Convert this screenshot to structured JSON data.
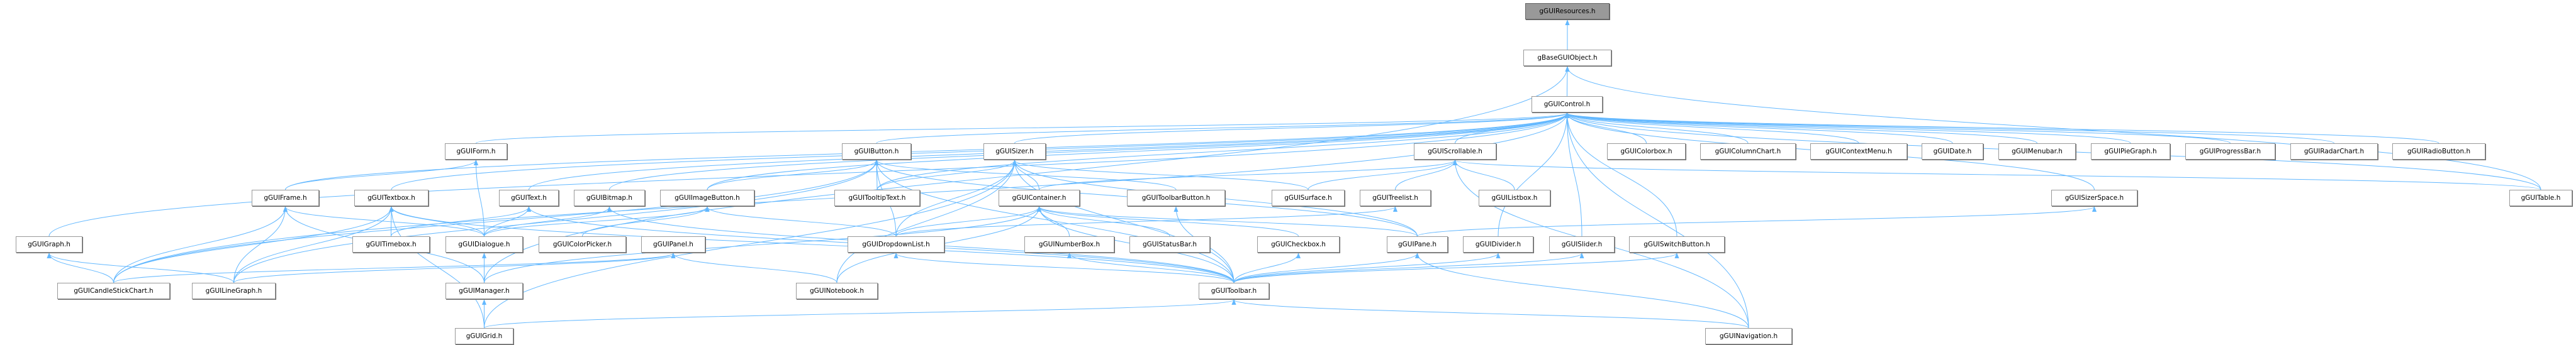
{
  "title": "gGUIResources.h include dependency graph",
  "colors": {
    "edge": "#63b8ff",
    "root_fill": "#999999",
    "node_border": "#999999"
  },
  "nodes": [
    {
      "id": "resources",
      "label": "gGUIResources.h"
    },
    {
      "id": "base",
      "label": "gBaseGUIObject.h"
    },
    {
      "id": "control",
      "label": "gGUIControl.h"
    },
    {
      "id": "form",
      "label": "gGUIForm.h"
    },
    {
      "id": "button",
      "label": "gGUIButton.h"
    },
    {
      "id": "sizer",
      "label": "gGUISizer.h"
    },
    {
      "id": "scrollable",
      "label": "gGUIScrollable.h"
    },
    {
      "id": "colorbox",
      "label": "gGUIColorbox.h"
    },
    {
      "id": "columnchart",
      "label": "gGUIColumnChart.h"
    },
    {
      "id": "contextmenu",
      "label": "gGUIContextMenu.h"
    },
    {
      "id": "date",
      "label": "gGUIDate.h"
    },
    {
      "id": "menubar",
      "label": "gGUIMenubar.h"
    },
    {
      "id": "piegraph",
      "label": "gGUIPieGraph.h"
    },
    {
      "id": "progressbar",
      "label": "gGUIProgressBar.h"
    },
    {
      "id": "radarchart",
      "label": "gGUIRadarChart.h"
    },
    {
      "id": "radiobutton",
      "label": "gGUIRadioButton.h"
    },
    {
      "id": "frame",
      "label": "gGUIFrame.h"
    },
    {
      "id": "textbox",
      "label": "gGUITextbox.h"
    },
    {
      "id": "text",
      "label": "gGUIText.h"
    },
    {
      "id": "bitmap",
      "label": "gGUIBitmap.h"
    },
    {
      "id": "imagebutton",
      "label": "gGUIImageButton.h"
    },
    {
      "id": "tooltiptext",
      "label": "gGUITooltipText.h"
    },
    {
      "id": "container",
      "label": "gGUIContainer.h"
    },
    {
      "id": "toolbarbutton",
      "label": "gGUIToolbarButton.h"
    },
    {
      "id": "surface",
      "label": "gGUISurface.h"
    },
    {
      "id": "treelist",
      "label": "gGUITreelist.h"
    },
    {
      "id": "listbox",
      "label": "gGUIListbox.h"
    },
    {
      "id": "sizerspace",
      "label": "gGUISizerSpace.h"
    },
    {
      "id": "table",
      "label": "gGUITable.h"
    },
    {
      "id": "graph",
      "label": "gGUIGraph.h"
    },
    {
      "id": "timebox",
      "label": "gGUITimebox.h"
    },
    {
      "id": "dialogue",
      "label": "gGUIDialogue.h"
    },
    {
      "id": "colorpicker",
      "label": "gGUIColorPicker.h"
    },
    {
      "id": "panel",
      "label": "gGUIPanel.h"
    },
    {
      "id": "dropdown",
      "label": "gGUIDropdownList.h"
    },
    {
      "id": "numberbox",
      "label": "gGUINumberBox.h"
    },
    {
      "id": "statusbar",
      "label": "gGUIStatusBar.h"
    },
    {
      "id": "checkbox",
      "label": "gGUICheckbox.h"
    },
    {
      "id": "pane",
      "label": "gGUIPane.h"
    },
    {
      "id": "divider",
      "label": "gGUIDivider.h"
    },
    {
      "id": "slider",
      "label": "gGUISlider.h"
    },
    {
      "id": "switchbutton",
      "label": "gGUISwitchButton.h"
    },
    {
      "id": "candlestick",
      "label": "gGUICandleStickChart.h"
    },
    {
      "id": "linegraph",
      "label": "gGUILineGraph.h"
    },
    {
      "id": "manager",
      "label": "gGUIManager.h"
    },
    {
      "id": "notebook",
      "label": "gGUINotebook.h"
    },
    {
      "id": "toolbar",
      "label": "gGUIToolbar.h"
    },
    {
      "id": "grid",
      "label": "gGUIGrid.h"
    },
    {
      "id": "navigation",
      "label": "gGUINavigation.h"
    }
  ],
  "edges": [
    [
      "base",
      "resources"
    ],
    [
      "control",
      "base"
    ],
    [
      "table",
      "base"
    ],
    [
      "manager",
      "base"
    ],
    [
      "form",
      "control"
    ],
    [
      "button",
      "control"
    ],
    [
      "sizer",
      "control"
    ],
    [
      "scrollable",
      "control"
    ],
    [
      "colorbox",
      "control"
    ],
    [
      "columnchart",
      "control"
    ],
    [
      "contextmenu",
      "control"
    ],
    [
      "date",
      "control"
    ],
    [
      "menubar",
      "control"
    ],
    [
      "piegraph",
      "control"
    ],
    [
      "progressbar",
      "control"
    ],
    [
      "radarchart",
      "control"
    ],
    [
      "radiobutton",
      "control"
    ],
    [
      "table",
      "control"
    ],
    [
      "frame",
      "control"
    ],
    [
      "textbox",
      "control"
    ],
    [
      "text",
      "control"
    ],
    [
      "bitmap",
      "control"
    ],
    [
      "imagebutton",
      "control"
    ],
    [
      "graph",
      "control"
    ],
    [
      "candlestick",
      "control"
    ],
    [
      "divider",
      "control"
    ],
    [
      "slider",
      "control"
    ],
    [
      "switchbutton",
      "control"
    ],
    [
      "sizerspace",
      "control"
    ],
    [
      "navigation",
      "control"
    ],
    [
      "tooltiptext",
      "control"
    ],
    [
      "tooltiptext",
      "button"
    ],
    [
      "imagebutton",
      "button"
    ],
    [
      "toolbarbutton",
      "button"
    ],
    [
      "dropdown",
      "button"
    ],
    [
      "candlestick",
      "button"
    ],
    [
      "linegraph",
      "button"
    ],
    [
      "toolbar",
      "button"
    ],
    [
      "pane",
      "button"
    ],
    [
      "tooltiptext",
      "sizer"
    ],
    [
      "container",
      "sizer"
    ],
    [
      "dropdown",
      "sizer"
    ],
    [
      "surface",
      "sizer"
    ],
    [
      "pane",
      "sizer"
    ],
    [
      "toolbar",
      "sizer"
    ],
    [
      "notebook",
      "sizer"
    ],
    [
      "grid",
      "sizer"
    ],
    [
      "surface",
      "scrollable"
    ],
    [
      "treelist",
      "scrollable"
    ],
    [
      "listbox",
      "scrollable"
    ],
    [
      "container",
      "scrollable"
    ],
    [
      "table",
      "scrollable"
    ],
    [
      "navigation",
      "scrollable"
    ],
    [
      "dropdown",
      "container"
    ],
    [
      "numberbox",
      "container"
    ],
    [
      "statusbar",
      "container"
    ],
    [
      "checkbox",
      "container"
    ],
    [
      "pane",
      "container"
    ],
    [
      "toolbar",
      "container"
    ],
    [
      "notebook",
      "container"
    ],
    [
      "manager",
      "container"
    ],
    [
      "candlestick",
      "frame"
    ],
    [
      "linegraph",
      "frame"
    ],
    [
      "manager",
      "frame"
    ],
    [
      "dialogue",
      "frame"
    ],
    [
      "timebox",
      "textbox"
    ],
    [
      "candlestick",
      "textbox"
    ],
    [
      "linegraph",
      "textbox"
    ],
    [
      "grid",
      "textbox"
    ],
    [
      "dialogue",
      "textbox"
    ],
    [
      "toolbar",
      "textbox"
    ],
    [
      "timebox",
      "text"
    ],
    [
      "dialogue",
      "text"
    ],
    [
      "toolbar",
      "text"
    ],
    [
      "dialogue",
      "bitmap"
    ],
    [
      "toolbar",
      "bitmap"
    ],
    [
      "dialogue",
      "imagebutton"
    ],
    [
      "colorpicker",
      "imagebutton"
    ],
    [
      "dropdown",
      "imagebutton"
    ],
    [
      "candlestick",
      "graph"
    ],
    [
      "linegraph",
      "graph"
    ],
    [
      "frame",
      "form"
    ],
    [
      "dialogue",
      "form"
    ],
    [
      "manager",
      "dialogue"
    ],
    [
      "grid",
      "manager"
    ],
    [
      "candlestick",
      "panel"
    ],
    [
      "linegraph",
      "panel"
    ],
    [
      "notebook",
      "panel"
    ],
    [
      "toolbar",
      "dropdown"
    ],
    [
      "toolbar",
      "numberbox"
    ],
    [
      "toolbar",
      "checkbox"
    ],
    [
      "toolbar",
      "pane"
    ],
    [
      "toolbar",
      "divider"
    ],
    [
      "toolbar",
      "slider"
    ],
    [
      "toolbar",
      "switchbutton"
    ],
    [
      "toolbar",
      "toolbarbutton"
    ],
    [
      "grid",
      "toolbar"
    ],
    [
      "navigation",
      "toolbar"
    ],
    [
      "navigation",
      "pane"
    ],
    [
      "dropdown",
      "treelist"
    ],
    [
      "pane",
      "sizerspace"
    ]
  ]
}
